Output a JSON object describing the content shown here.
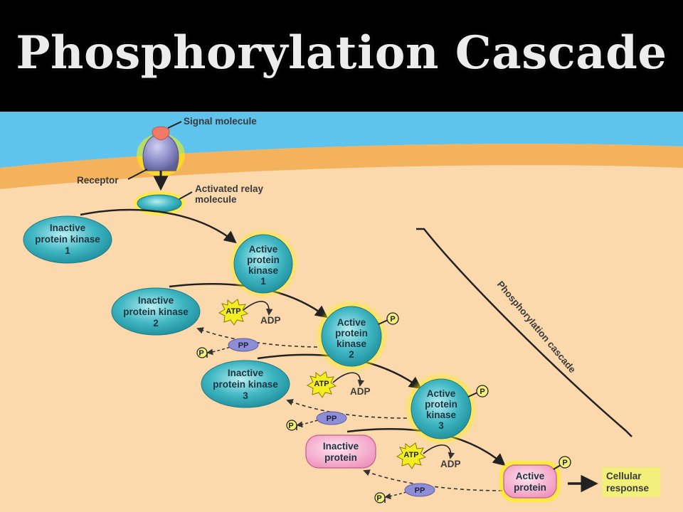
{
  "title": "Phosphorylation Cascade",
  "labels": {
    "signal_molecule": "Signal molecule",
    "receptor": "Receptor",
    "relay_line1": "Activated relay",
    "relay_line2": "molecule",
    "bracket": "Phosphorylation cascade",
    "cellular_line1": "Cellular",
    "cellular_line2": "response"
  },
  "kinases": [
    {
      "inactive": [
        "Inactive",
        "protein kinase",
        "1"
      ],
      "active": [
        "Active",
        "protein",
        "kinase",
        "1"
      ]
    },
    {
      "inactive": [
        "Inactive",
        "protein kinase",
        "2"
      ],
      "active": [
        "Active",
        "protein",
        "kinase",
        "2"
      ]
    },
    {
      "inactive": [
        "Inactive",
        "protein kinase",
        "3"
      ],
      "active": [
        "Active",
        "protein",
        "kinase",
        "3"
      ]
    }
  ],
  "target": {
    "inactive": [
      "Inactive",
      "protein"
    ],
    "active": [
      "Active",
      "protein"
    ]
  },
  "molecules": {
    "atp": "ATP",
    "adp": "ADP",
    "pp": "PP",
    "p": "P",
    "pi": "P",
    "pi_sub": "i"
  },
  "colors": {
    "background": "#fcd9ad",
    "membrane": "#f5b25d",
    "extracellular": "#5ec4ee",
    "kinase": "#27a2b0",
    "glow": "#fff200",
    "pp": "#8d8ed6",
    "inactive_protein": "#f4a2c6",
    "response_box": "#f2f07a"
  }
}
